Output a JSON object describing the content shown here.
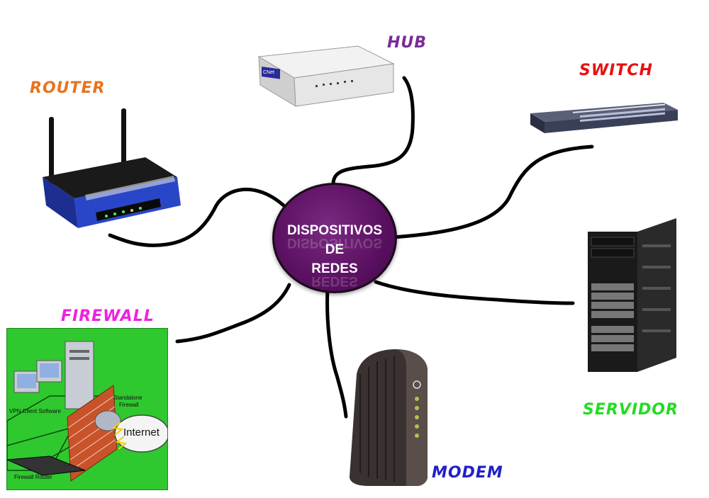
{
  "center": {
    "lines": [
      "DISPOSITIVOS",
      "DE",
      "REDES"
    ]
  },
  "labels": {
    "router": "ROUTER",
    "hub": "HUB",
    "switch": "SWITCH",
    "firewall": "FIREWALL",
    "servidor": "SERVIDOR",
    "modem": "MODEM"
  },
  "colors": {
    "router": "#e8731e",
    "hub": "#7a2a9a",
    "switch": "#e81010",
    "firewall": "#f020e0",
    "servidor": "#22dd22",
    "modem": "#2020c8",
    "center_fill": "#5a1060",
    "connector": "#000000"
  },
  "firewall_image": {
    "vpn_label": "VPN Client Software",
    "standalone_label_1": "Standalone",
    "standalone_label_2": "Firewall",
    "internet_label": "Internet",
    "router_label": "Firewall Router"
  },
  "hub_brand": "CNet"
}
